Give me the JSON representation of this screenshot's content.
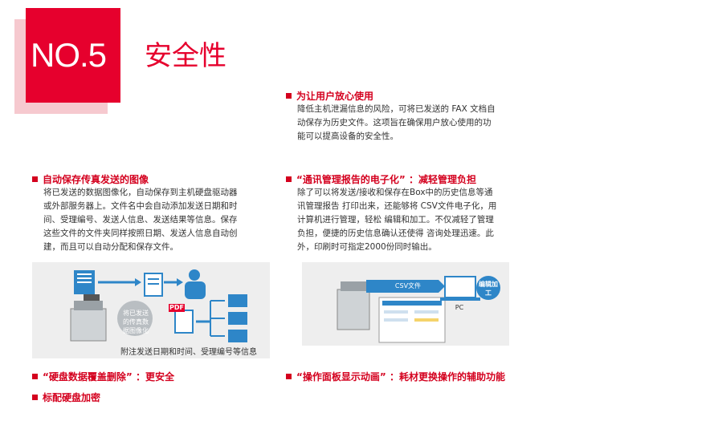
{
  "header": {
    "badge_label": "NO.5",
    "title": "安全性"
  },
  "sections": {
    "user_safety": {
      "heading": "为让用户放心使用",
      "body": [
        "降低主机泄漏信息的风险，可将已发送的 FAX 文档自",
        "动保存为历史文件。这项旨在确保用户放心使用的功",
        "能可以提高设备的安全性。"
      ]
    },
    "auto_save": {
      "heading": "自动保存传真发送的图像",
      "body": [
        "将已发送的数据图像化，自动保存到主机硬盘驱动器",
        "或外部服务器上。文件名中会自动添加发送日期和时",
        "间、受理编号、发送人信息、发送结果等信息。保存",
        "这些文件的文件夹同样按照日期、发送人信息自动创",
        "建，而且可以自动分配和保存文件。"
      ]
    },
    "report": {
      "heading": "“通讯管理报告的电子化” ：减轻管理负担",
      "body": [
        "除了可以将发送/接收和保存在Box中的历史信息等通",
        "讯管理报告 打印出来，还能够将 CSV文件电子化，用",
        "计算机进行管理，轻松 编辑和加工。不仅减轻了管理",
        "负担，便捷的历史信息确认还使得 咨询处理迅速。此",
        "外，印刷时可指定2000份同时输出。"
      ]
    },
    "hdd_overwrite": {
      "heading": "“硬盘数据覆盖删除” ：更安全"
    },
    "hdd_encrypt": {
      "heading": "标配硬盘加密"
    },
    "panel_animation": {
      "heading": "“操作面板显示动画” ：耗材更换操作的辅助功能"
    }
  },
  "figure_left": {
    "bubble_text": "将已发送的传真数据图像化",
    "pdf_label": "PDF",
    "caption": "附注发送日期和时间、受理编号等信息"
  },
  "figure_right": {
    "csv_label": "CSV文件",
    "pc_label": "PC",
    "edit_label": "编辑加工"
  },
  "colors": {
    "brand_red": "#e6002d",
    "badge_shadow": "#f6c9cf",
    "icon_blue": "#2e86c8",
    "figure_bg": "#eeeeee"
  }
}
